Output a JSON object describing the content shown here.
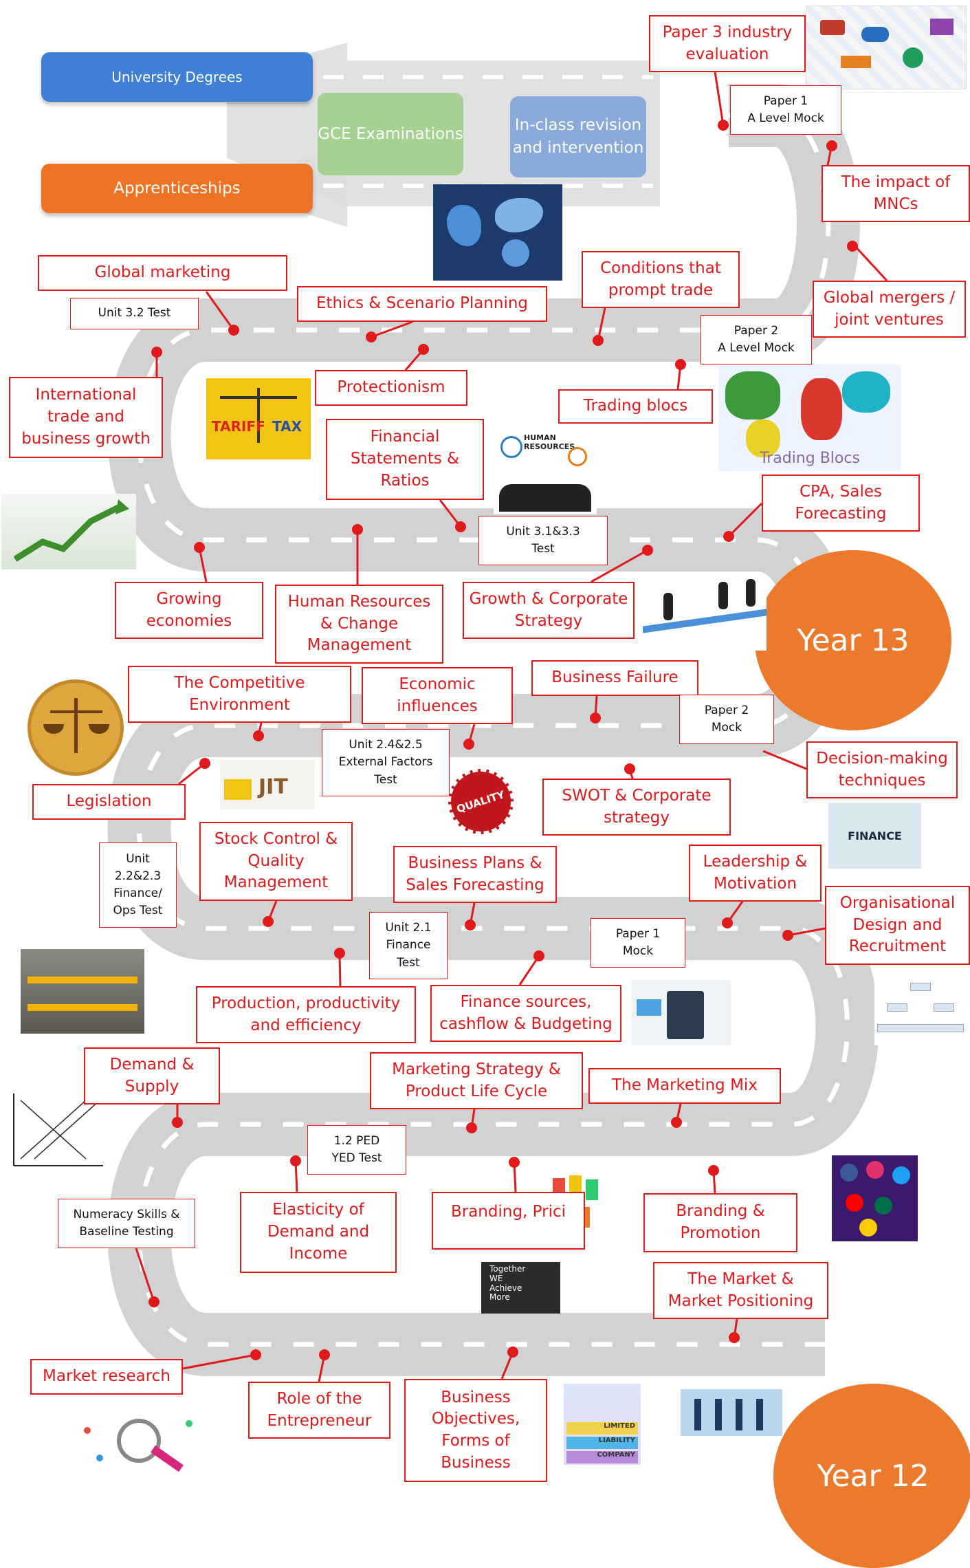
{
  "pathway": {
    "destinations": [
      {
        "id": "university",
        "label": "University Degrees",
        "color": "#3f7fd6"
      },
      {
        "id": "apprenticeships",
        "label": "Apprenticeships",
        "color": "#ee7324"
      }
    ],
    "stages": [
      {
        "id": "gce",
        "label": "GCE Examinations",
        "color": "#9fd08a"
      },
      {
        "id": "inclass",
        "label": "In-class revision and intervention",
        "color": "#86a8da"
      }
    ]
  },
  "years": {
    "year13": "Year 13",
    "year12": "Year 12"
  },
  "topics": [
    {
      "id": "paper3",
      "label": "Paper 3 industry evaluation"
    },
    {
      "id": "mncs",
      "label": "The impact of MNCs"
    },
    {
      "id": "mergers",
      "label": "Global mergers / joint ventures"
    },
    {
      "id": "conditions",
      "label": "Conditions that prompt trade"
    },
    {
      "id": "ethics",
      "label": "Ethics & Scenario Planning"
    },
    {
      "id": "global-marketing",
      "label": "Global marketing"
    },
    {
      "id": "intl-trade",
      "label": "International trade and business growth"
    },
    {
      "id": "protectionism",
      "label": "Protectionism"
    },
    {
      "id": "trading-blocs",
      "label": "Trading blocs"
    },
    {
      "id": "fin-statements",
      "label": "Financial Statements & Ratios"
    },
    {
      "id": "cpa",
      "label": "CPA, Sales Forecasting"
    },
    {
      "id": "growing",
      "label": "Growing economies"
    },
    {
      "id": "hr",
      "label": "Human Resources & Change Management"
    },
    {
      "id": "growth-strategy",
      "label": "Growth & Corporate Strategy"
    },
    {
      "id": "competitive",
      "label": "The Competitive Environment"
    },
    {
      "id": "economic",
      "label": "Economic influences"
    },
    {
      "id": "failure",
      "label": "Business Failure"
    },
    {
      "id": "decision",
      "label": "Decision-making techniques"
    },
    {
      "id": "legislation",
      "label": "Legislation"
    },
    {
      "id": "swot",
      "label": "SWOT & Corporate strategy"
    },
    {
      "id": "stock",
      "label": "Stock Control & Quality Management"
    },
    {
      "id": "bplans",
      "label": "Business Plans & Sales Forecasting"
    },
    {
      "id": "leadership",
      "label": "Leadership & Motivation"
    },
    {
      "id": "org-design",
      "label": "Organisational Design and Recruitment"
    },
    {
      "id": "production",
      "label": "Production, productivity and efficiency"
    },
    {
      "id": "finance-sources",
      "label": "Finance sources, cashflow & Budgeting"
    },
    {
      "id": "demand-supply",
      "label": "Demand & Supply"
    },
    {
      "id": "mkt-strategy",
      "label": "Marketing Strategy & Product Life Cycle"
    },
    {
      "id": "mkt-mix",
      "label": "The Marketing Mix"
    },
    {
      "id": "elasticity",
      "label": "Elasticity of Demand and Income"
    },
    {
      "id": "branding-pricing",
      "label": "Branding, Prici"
    },
    {
      "id": "branding-promo",
      "label": "Branding & Promotion"
    },
    {
      "id": "market-pos",
      "label": "The Market & Market Positioning"
    },
    {
      "id": "market-research",
      "label": "Market research"
    },
    {
      "id": "entrepreneur",
      "label": "Role of the Entrepreneur"
    },
    {
      "id": "objectives",
      "label": "Business Objectives, Forms of Business"
    }
  ],
  "tests": [
    {
      "id": "p1-alevel",
      "label": "Paper 1\nA Level Mock"
    },
    {
      "id": "u32",
      "label": "Unit 3.2 Test"
    },
    {
      "id": "p2-alevel",
      "label": "Paper 2\nA Level Mock"
    },
    {
      "id": "u313",
      "label": "Unit 3.1&3.3\nTest"
    },
    {
      "id": "p2mock",
      "label": "Paper 2\nMock"
    },
    {
      "id": "u245",
      "label": "Unit 2.4&2.5\nExternal Factors\nTest"
    },
    {
      "id": "u223",
      "label": "Unit\n2.2&2.3\nFinance/\nOps Test"
    },
    {
      "id": "u21",
      "label": "Unit 2.1\nFinance\nTest"
    },
    {
      "id": "p1mock",
      "label": "Paper 1\nMock"
    },
    {
      "id": "ped",
      "label": "1.2 PED\nYED Test"
    },
    {
      "id": "numeracy",
      "label": "Numeracy Skills &\nBaseline Testing"
    }
  ],
  "image_labels": {
    "tariff": "TARIFF",
    "tax": "TAX",
    "trading_blocs": "Trading Blocs",
    "quality": "QUALITY",
    "jit": "JIT",
    "finance": "FINANCE",
    "limited": "LIMITED",
    "liability": "LIABILITY",
    "company": "COMPANY",
    "together": "Together\nWE\nAchieve\nMore",
    "human_resources": "HUMAN\nRESOURCES"
  },
  "colors": {
    "accent_red": "#e0191b",
    "road": "#d3d3d3",
    "year_orange": "#ec7a2c"
  }
}
